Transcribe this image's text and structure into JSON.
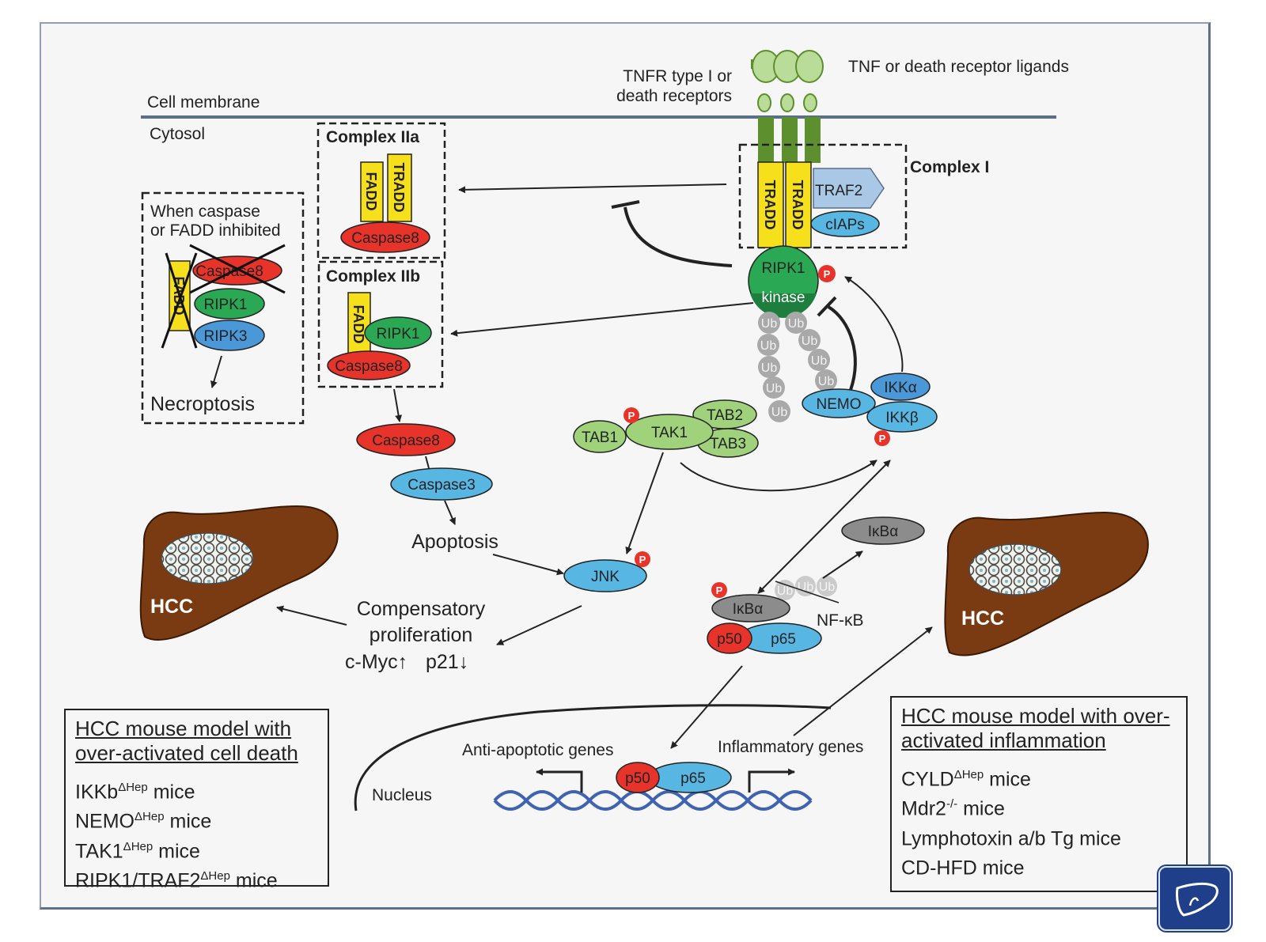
{
  "colors": {
    "panel_bg": "#f6f6f6",
    "membrane": "#5a6e88",
    "tradd_fadd": "#f6e01c",
    "caspase8": "#e8332a",
    "caspase3": "#58b6e3",
    "ripk1": "#2aa853",
    "ripk3": "#4a98d8",
    "tak_tab": "#9fd27a",
    "nemo_ikk": "#58b6e3",
    "ikba": "#8c8c8c",
    "ubiquitin": "#a9a9a9",
    "phospho": "#e8332a",
    "liver": "#7b3b12",
    "receptor": "#5e8f2e",
    "ligand": "#b9dc98",
    "traf2": "#a9c8e6",
    "dna": "#3f63b0",
    "logo": "#1f3f8a"
  },
  "labels": {
    "cell_membrane": "Cell membrane",
    "cytosol": "Cytosol",
    "tnfr_line1": "TNFR type I or",
    "tnfr_line2": "death receptors",
    "ligands": "TNF or death receptor ligands",
    "complex_i": "Complex I",
    "complex_iia": "Complex IIa",
    "complex_iib": "Complex IIb",
    "caspase_note_line1": "When caspase",
    "caspase_note_line2": "or FADD inhibited",
    "necroptosis": "Necroptosis",
    "apoptosis": "Apoptosis",
    "comp_line1": "Compensatory",
    "comp_line2": "proliferation",
    "cmyc": "c-Myc↑",
    "p21": "p21↓",
    "nfkb": "NF-κB",
    "nucleus": "Nucleus",
    "anti_apoptotic": "Anti-apoptotic genes",
    "inflammatory": "Inflammatory genes",
    "hcc": "HCC"
  },
  "molecules": {
    "tradd": "TRADD",
    "fadd": "FADD",
    "traf2": "TRAF2",
    "ciaps": "cIAPs",
    "ripk1": "RIPK1",
    "kinase": "kinase",
    "ripk3": "RIPK3",
    "caspase8": "Caspase8",
    "caspase3": "Caspase3",
    "ub": "Ub",
    "p": "P",
    "nemo": "NEMO",
    "ikka": "IKKα",
    "ikkb": "IKKβ",
    "tab1": "TAB1",
    "tab2": "TAB2",
    "tab3": "TAB3",
    "tak1": "TAK1",
    "jnk": "JNK",
    "ikba": "IκBα",
    "p50": "p50",
    "p65": "p65"
  },
  "box_cell_death": {
    "title_line1": "HCC mouse model with",
    "title_line2": "over-activated cell death",
    "items": [
      {
        "name": "IKKb",
        "sup": "ΔHep",
        "suffix": " mice"
      },
      {
        "name": "NEMO",
        "sup": "ΔHep",
        "suffix": " mice"
      },
      {
        "name": "TAK1",
        "sup": "ΔHep",
        "suffix": " mice"
      },
      {
        "name": "RIPK1/TRAF2",
        "sup": "ΔHep",
        "suffix": " mice"
      }
    ]
  },
  "box_inflammation": {
    "title_line1": "HCC mouse model with over-",
    "title_line2": "activated inflammation",
    "items": [
      {
        "name": "CYLD",
        "sup": "ΔHep",
        "suffix": " mice"
      },
      {
        "name": "Mdr2",
        "sup": "-/-",
        "suffix": " mice"
      },
      {
        "name": "Lymphotoxin a/b Tg mice",
        "sup": "",
        "suffix": ""
      },
      {
        "name": "CD-HFD mice",
        "sup": "",
        "suffix": ""
      }
    ]
  }
}
